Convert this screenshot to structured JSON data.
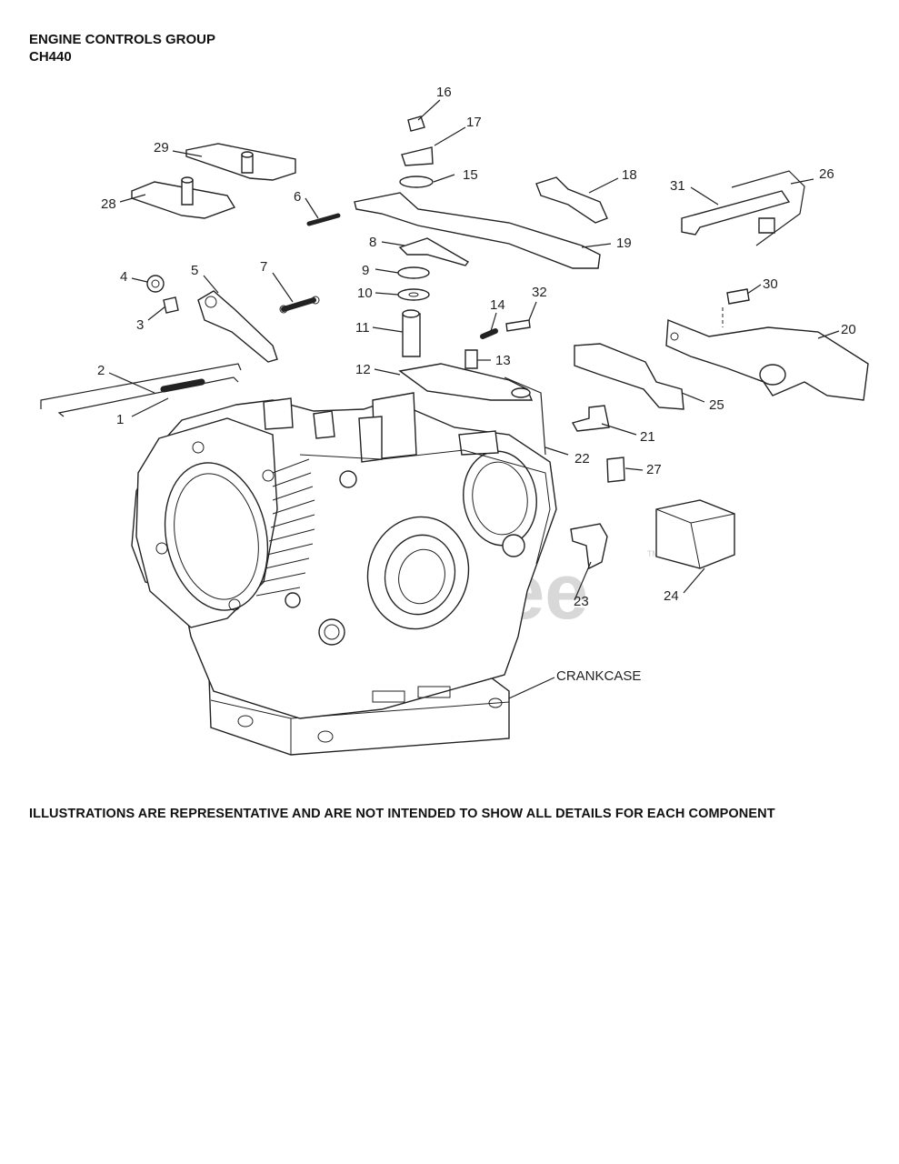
{
  "header": {
    "title_line1": "ENGINE CONTROLS GROUP",
    "title_line2": "CH440"
  },
  "diagram": {
    "watermark": "PartsTree",
    "watermark_tm": "TM",
    "callouts": [
      "1",
      "2",
      "3",
      "4",
      "5",
      "6",
      "7",
      "8",
      "9",
      "10",
      "11",
      "12",
      "13",
      "14",
      "15",
      "16",
      "17",
      "18",
      "19",
      "20",
      "21",
      "22",
      "23",
      "24",
      "25",
      "26",
      "27",
      "28",
      "29",
      "30",
      "31",
      "32"
    ],
    "crankcase_label": "CRANKCASE"
  },
  "footer": {
    "note": "ILLUSTRATIONS ARE REPRESENTATIVE AND ARE NOT INTENDED TO SHOW ALL DETAILS FOR EACH COMPONENT"
  }
}
